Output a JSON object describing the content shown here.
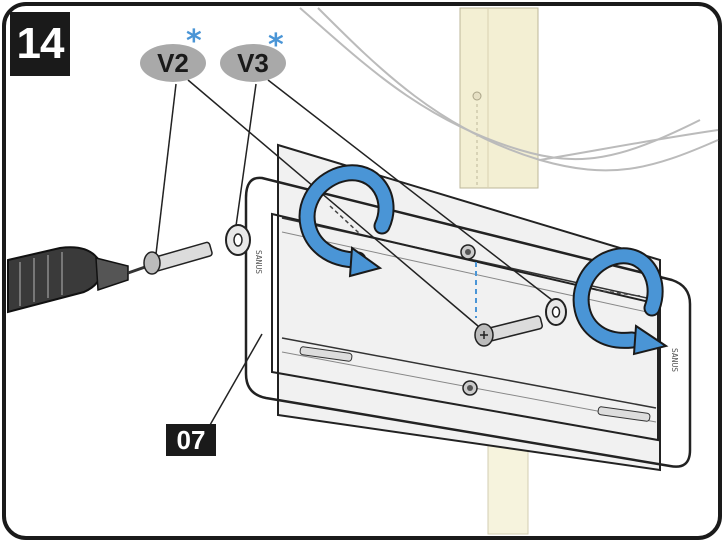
{
  "step_number": "14",
  "part_label": "07",
  "screws": [
    {
      "code": "V2",
      "mark": "*"
    },
    {
      "code": "V3",
      "mark": "*"
    }
  ],
  "colors": {
    "arrow_blue": "#4a95d6",
    "label_gray": "#a9a9a9",
    "badge_black": "#1a1a1a"
  },
  "icons": [
    "screwdriver-icon",
    "screw-icon",
    "washer-icon",
    "rotate-clockwise-icon"
  ]
}
